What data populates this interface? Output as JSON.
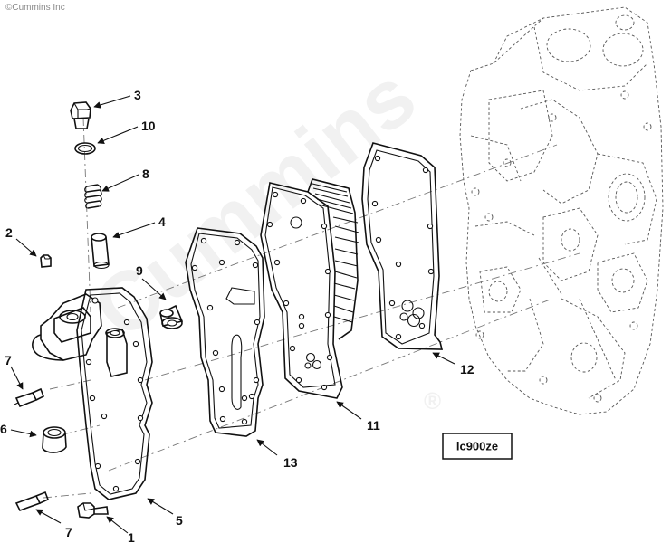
{
  "copyright": "©Cummins Inc",
  "watermark": "Cummins",
  "registered_mark": "®",
  "figure_code": "lc900ze",
  "callouts": {
    "c1": "1",
    "c2": "2",
    "c3": "3",
    "c4": "4",
    "c5": "5",
    "c6": "6",
    "c7a": "7",
    "c7b": "7",
    "c8": "8",
    "c9": "9",
    "c10": "10",
    "c11": "11",
    "c12": "12",
    "c13": "13"
  },
  "colors": {
    "line": "#111111",
    "watermark": "#f1f1f1",
    "dashed": "#555555"
  }
}
